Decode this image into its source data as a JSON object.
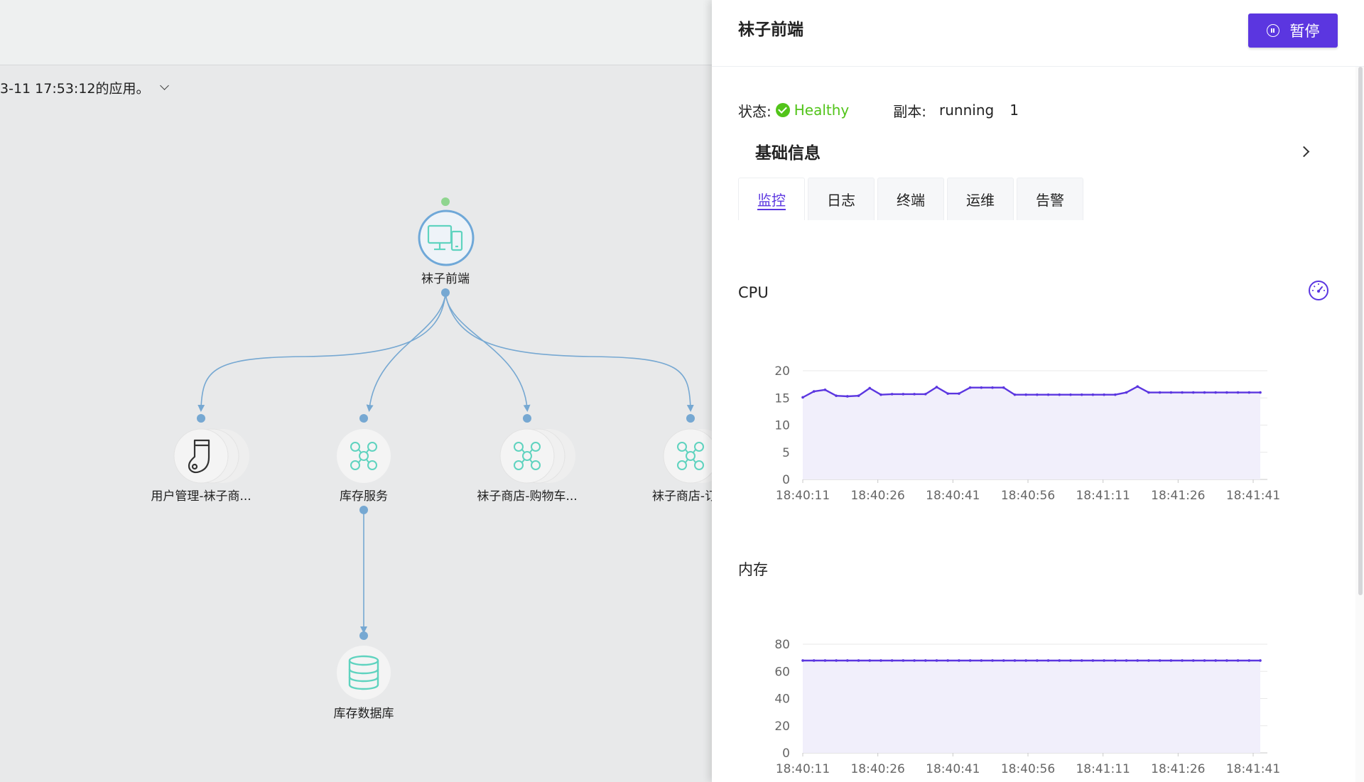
{
  "canvas": {
    "version_text": "3-11 17:53:12的应用。",
    "nodes": {
      "frontend": "袜子前端",
      "user_mgmt": "用户管理-袜子商...",
      "inventory": "库存服务",
      "cart": "袜子商店-购物车...",
      "order": "袜子商店-订单",
      "inventory_db": "库存数据库"
    }
  },
  "drawer": {
    "title": "袜子前端",
    "pause_label": "暂停",
    "status_label": "状态:",
    "status_value": "Healthy",
    "replica_label": "副本:",
    "replica_state": "running",
    "replica_count": "1",
    "basic_info_label": "基础信息",
    "tabs": [
      {
        "label": "监控",
        "active": true
      },
      {
        "label": "日志",
        "active": false
      },
      {
        "label": "终端",
        "active": false
      },
      {
        "label": "运维",
        "active": false
      },
      {
        "label": "告警",
        "active": false
      }
    ]
  },
  "colors": {
    "accent": "#5b36e0",
    "healthy": "#52c41a",
    "node_icon": "#5fd3bf",
    "edge": "#76a8d2",
    "chart_line": "#5b36e0",
    "chart_fill": "#f1effb"
  },
  "icons": {
    "pause": "pause-circle-icon",
    "status": "check-circle-icon",
    "expand": "chevron-right-icon",
    "dashboard": "gauge-icon",
    "frontend": "devices-icon",
    "user_mgmt": "sock-icon",
    "service": "network-nodes-icon",
    "database": "database-icon"
  },
  "chart_data": [
    {
      "type": "area",
      "title": "CPU",
      "categories": [
        "18:40:11",
        "18:40:26",
        "18:40:41",
        "18:40:56",
        "18:41:11",
        "18:41:26",
        "18:41:41"
      ],
      "ylim": [
        0,
        20
      ],
      "yticks": [
        0,
        5,
        10,
        15,
        20
      ],
      "series": [
        {
          "name": "",
          "values": [
            15.1,
            16.2,
            16.5,
            15.4,
            15.3,
            15.4,
            16.8,
            15.6,
            15.7,
            15.7,
            15.7,
            15.7,
            17.0,
            15.8,
            15.8,
            16.9,
            16.9,
            16.9,
            16.9,
            15.6,
            15.6,
            15.6,
            15.6,
            15.6,
            15.6,
            15.6,
            15.6,
            15.6,
            15.6,
            16.0,
            17.1,
            16.0,
            16.0,
            16.0,
            16.0,
            16.0,
            16.0,
            16.0,
            16.0,
            16.0,
            16.0,
            16.0
          ]
        }
      ],
      "grid": true
    },
    {
      "type": "area",
      "title": "内存",
      "categories": [
        "18:40:11",
        "18:40:26",
        "18:40:41",
        "18:40:56",
        "18:41:11",
        "18:41:26",
        "18:41:41"
      ],
      "ylim": [
        0,
        80
      ],
      "yticks": [
        0,
        20,
        40,
        60,
        80
      ],
      "series": [
        {
          "name": "",
          "values": [
            68,
            68,
            68,
            68,
            68,
            68,
            68,
            68,
            68,
            68,
            68,
            68,
            68,
            68,
            68,
            68,
            68,
            68,
            68,
            68,
            68,
            68,
            68,
            68,
            68,
            68,
            68,
            68,
            68,
            68,
            68,
            68,
            68,
            68,
            68,
            68,
            68,
            68,
            68,
            68,
            68,
            68
          ]
        }
      ],
      "grid": true
    }
  ]
}
